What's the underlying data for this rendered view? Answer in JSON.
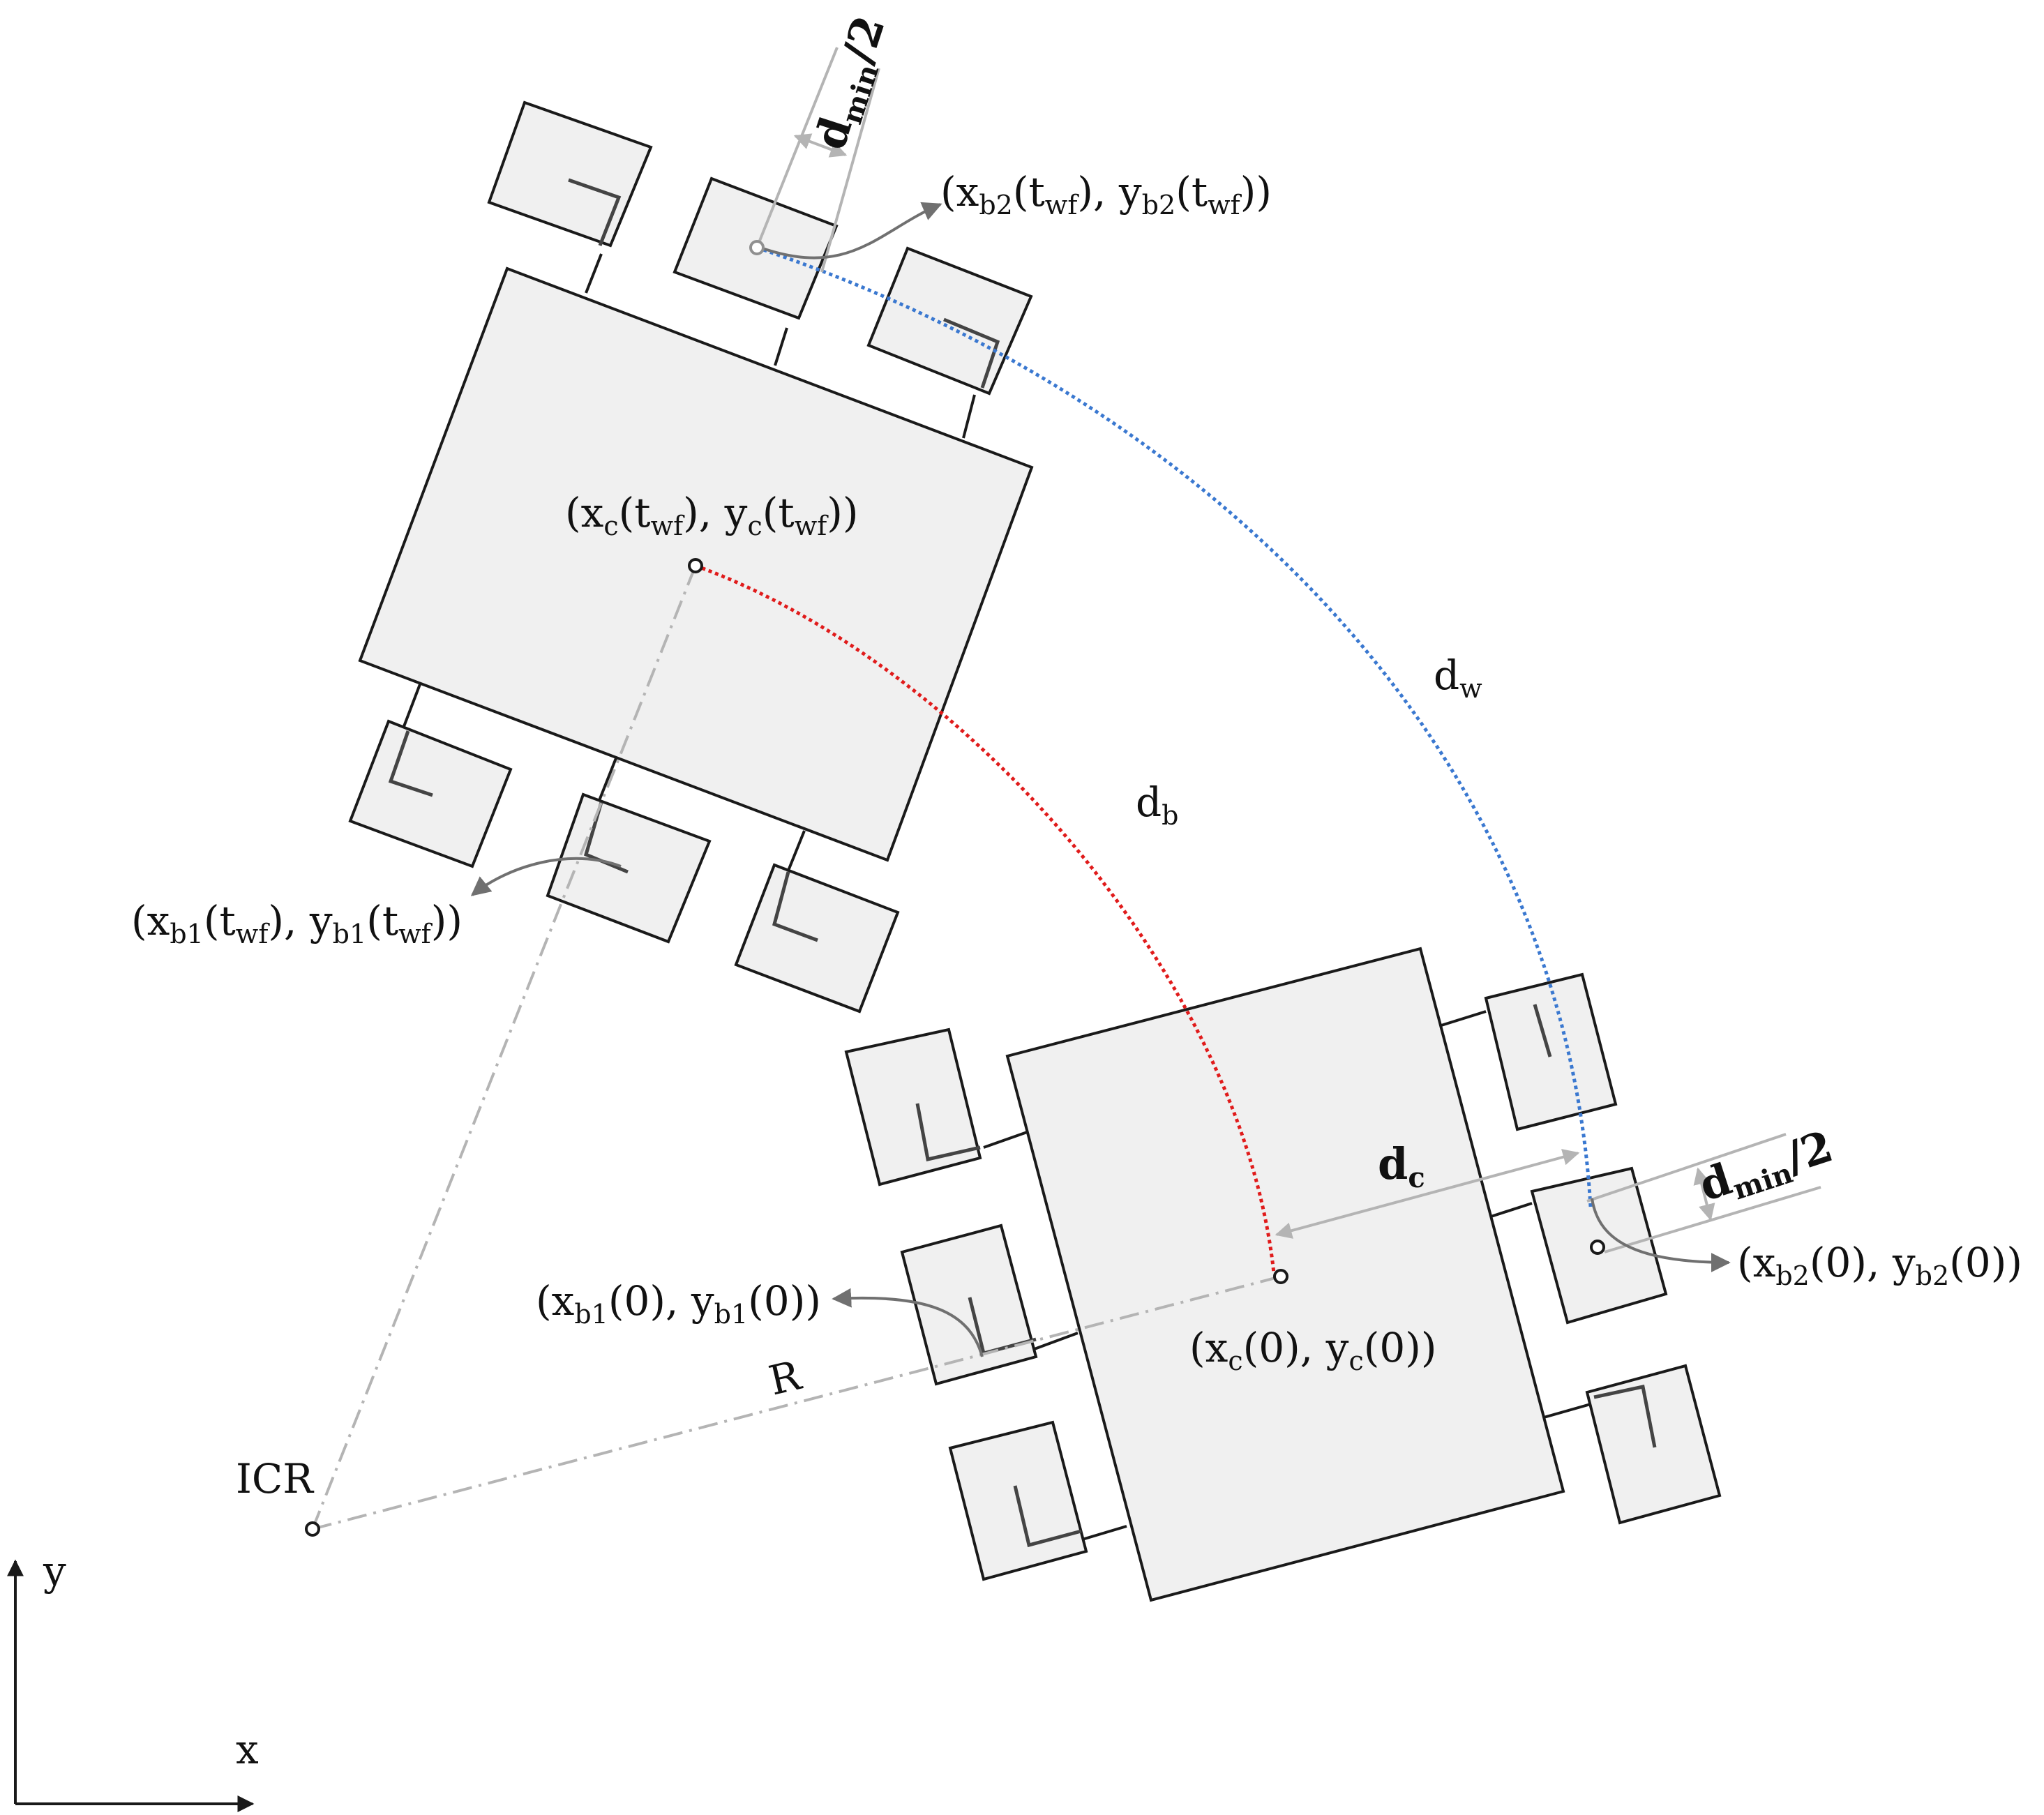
{
  "labels": {
    "xb2_twf": {
      "a": "(x",
      "s1": "b2",
      "b": "(t",
      "s2": "wf",
      "c": "), y",
      "s3": "b2",
      "d": "(t",
      "s4": "wf",
      "e": "))"
    },
    "xc_twf": {
      "a": "(x",
      "s1": "c",
      "b": "(t",
      "s2": "wf",
      "c": "), y",
      "s3": "c",
      "d": "(t",
      "s4": "wf",
      "e": "))"
    },
    "xb1_twf": {
      "a": "(x",
      "s1": "b1",
      "b": "(t",
      "s2": "wf",
      "c": "), y",
      "s3": "b1",
      "d": "(t",
      "s4": "wf",
      "e": "))"
    },
    "xb1_0": {
      "a": "(x",
      "s1": "b1",
      "b": "(0), y",
      "s2": "b1",
      "c": "(0))"
    },
    "xc_0": {
      "a": "(x",
      "s1": "c",
      "b": "(0), y",
      "s2": "c",
      "c": "(0))"
    },
    "xb2_0": {
      "a": "(x",
      "s1": "b2",
      "b": "(0), y",
      "s2": "b2",
      "c": "(0))"
    },
    "dw": {
      "base": "d",
      "sub": "w"
    },
    "db": {
      "base": "d",
      "sub": "b"
    },
    "dc": {
      "base": "d",
      "sub": "c"
    },
    "dmin_top": {
      "base": "d",
      "sub": "min",
      "tail": "/2"
    },
    "dmin_right": {
      "base": "d",
      "sub": "min",
      "tail": "/2"
    },
    "radius": "R",
    "icr": "ICR",
    "axis_y": "y",
    "axis_x": "x"
  },
  "colors": {
    "outline": "#1a1a1a",
    "body_fill": "#f0f0f0",
    "dimension": "#b4b4b4",
    "leader": "#707070",
    "centerline": "#b4b4b4",
    "path_body": "#e01b1b",
    "path_wheel": "#3a78d0"
  }
}
